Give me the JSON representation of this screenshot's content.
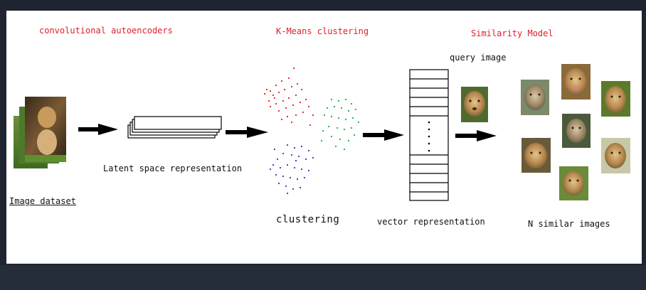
{
  "stages": {
    "autoencoder_title": "convolutional autoencoders",
    "kmeans_title": "K-Means clustering",
    "similarity_title": "Similarity Model"
  },
  "labels": {
    "image_dataset": "Image dataset",
    "latent_space": "Latent space representation",
    "clustering": "clustering",
    "vector_representation": "vector representation",
    "query_image": "query image",
    "n_similar_images": "N similar images"
  },
  "colors": {
    "title_red": "#e0202a",
    "cluster_red": "#e02020",
    "cluster_green": "#22aa44",
    "cluster_blue": "#3333cc",
    "arrow": "#000000"
  },
  "icons": {
    "dataset": "stacked-animal-photos",
    "latent": "stacked-cards",
    "vector": "vector-table",
    "query": "cheetah-face-photo",
    "results": "cheetah-face-photos"
  }
}
